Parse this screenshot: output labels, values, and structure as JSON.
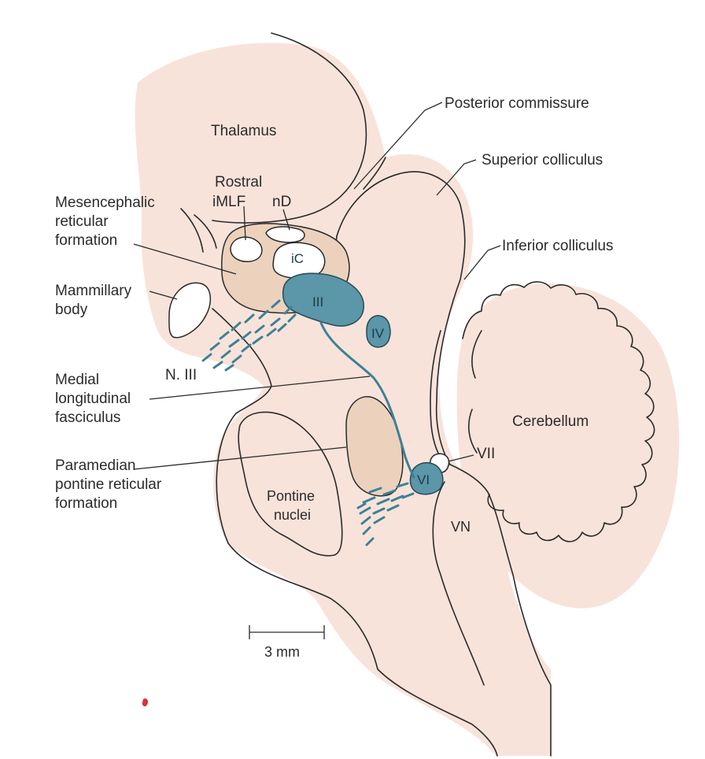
{
  "labels": {
    "thalamus": "Thalamus",
    "posterior_commissure": "Posterior commissure",
    "superior_colliculus": "Superior colliculus",
    "inferior_colliculus": "Inferior colliculus",
    "rostral_imlf": [
      "Rostral",
      "iMLF"
    ],
    "nd": "nD",
    "ic": "iC",
    "mesencephalic_rf": [
      "Mesencephalic",
      "reticular",
      "formation"
    ],
    "mammillary_body": [
      "Mammillary",
      "body"
    ],
    "n_iii": "N. III",
    "mlf": [
      "Medial",
      "longitudinal",
      "fasciculus"
    ],
    "cerebellum": "Cerebellum",
    "vii": "VII",
    "pprf": [
      "Paramedian",
      "pontine reticular",
      "formation"
    ],
    "pontine_nuclei": [
      "Pontine",
      "nuclei"
    ],
    "vn": "VN",
    "nucleus_iii": "III",
    "nucleus_iv": "IV",
    "nucleus_vi": "VI",
    "scale_bar": "3 mm"
  },
  "colors": {
    "tissue": "#f8e3da",
    "nucleus_tan": "#ecd2bd",
    "oculomotor_teal": "#5b96a9"
  }
}
